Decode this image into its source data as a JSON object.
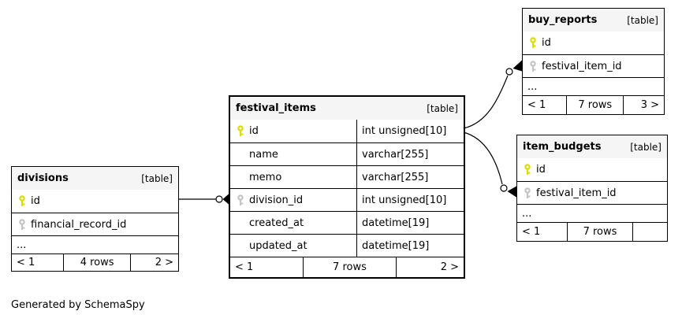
{
  "page": {
    "caption": "Generated by SchemaSpy",
    "background": "#ffffff"
  },
  "colors": {
    "primary_key_icon": "#dcdc00",
    "foreign_key_icon": "#c4c4c4",
    "header_bg": "#f5f5f5",
    "border": "#000000"
  },
  "tables": {
    "divisions": {
      "title": "divisions",
      "badge": "[table]",
      "columns": [
        {
          "name": "id",
          "key": "primary"
        },
        {
          "name": "financial_record_id",
          "key": "foreign"
        }
      ],
      "ellipsis": "...",
      "footer": {
        "prev": "< 1",
        "rows": "4 rows",
        "next": "2 >"
      }
    },
    "festival_items": {
      "title": "festival_items",
      "badge": "[table]",
      "columns": [
        {
          "name": "id",
          "key": "primary",
          "type": "int unsigned[10]"
        },
        {
          "name": "name",
          "key": "none",
          "type": "varchar[255]"
        },
        {
          "name": "memo",
          "key": "none",
          "type": "varchar[255]"
        },
        {
          "name": "division_id",
          "key": "foreign",
          "type": "int unsigned[10]"
        },
        {
          "name": "created_at",
          "key": "none",
          "type": "datetime[19]"
        },
        {
          "name": "updated_at",
          "key": "none",
          "type": "datetime[19]"
        }
      ],
      "footer": {
        "prev": "< 1",
        "rows": "7 rows",
        "next": "2 >"
      }
    },
    "buy_reports": {
      "title": "buy_reports",
      "badge": "[table]",
      "columns": [
        {
          "name": "id",
          "key": "primary"
        },
        {
          "name": "festival_item_id",
          "key": "foreign"
        }
      ],
      "ellipsis": "...",
      "footer": {
        "prev": "< 1",
        "rows": "7 rows",
        "next": "3 >"
      }
    },
    "item_budgets": {
      "title": "item_budgets",
      "badge": "[table]",
      "columns": [
        {
          "name": "id",
          "key": "primary"
        },
        {
          "name": "festival_item_id",
          "key": "foreign"
        }
      ],
      "ellipsis": "...",
      "footer": {
        "prev": "< 1",
        "rows": "7 rows",
        "next": ""
      }
    }
  },
  "relationships": [
    {
      "from": "divisions.id",
      "to": "festival_items.division_id"
    },
    {
      "from": "festival_items.id",
      "to": "buy_reports.festival_item_id"
    },
    {
      "from": "festival_items.id",
      "to": "item_budgets.festival_item_id"
    }
  ]
}
